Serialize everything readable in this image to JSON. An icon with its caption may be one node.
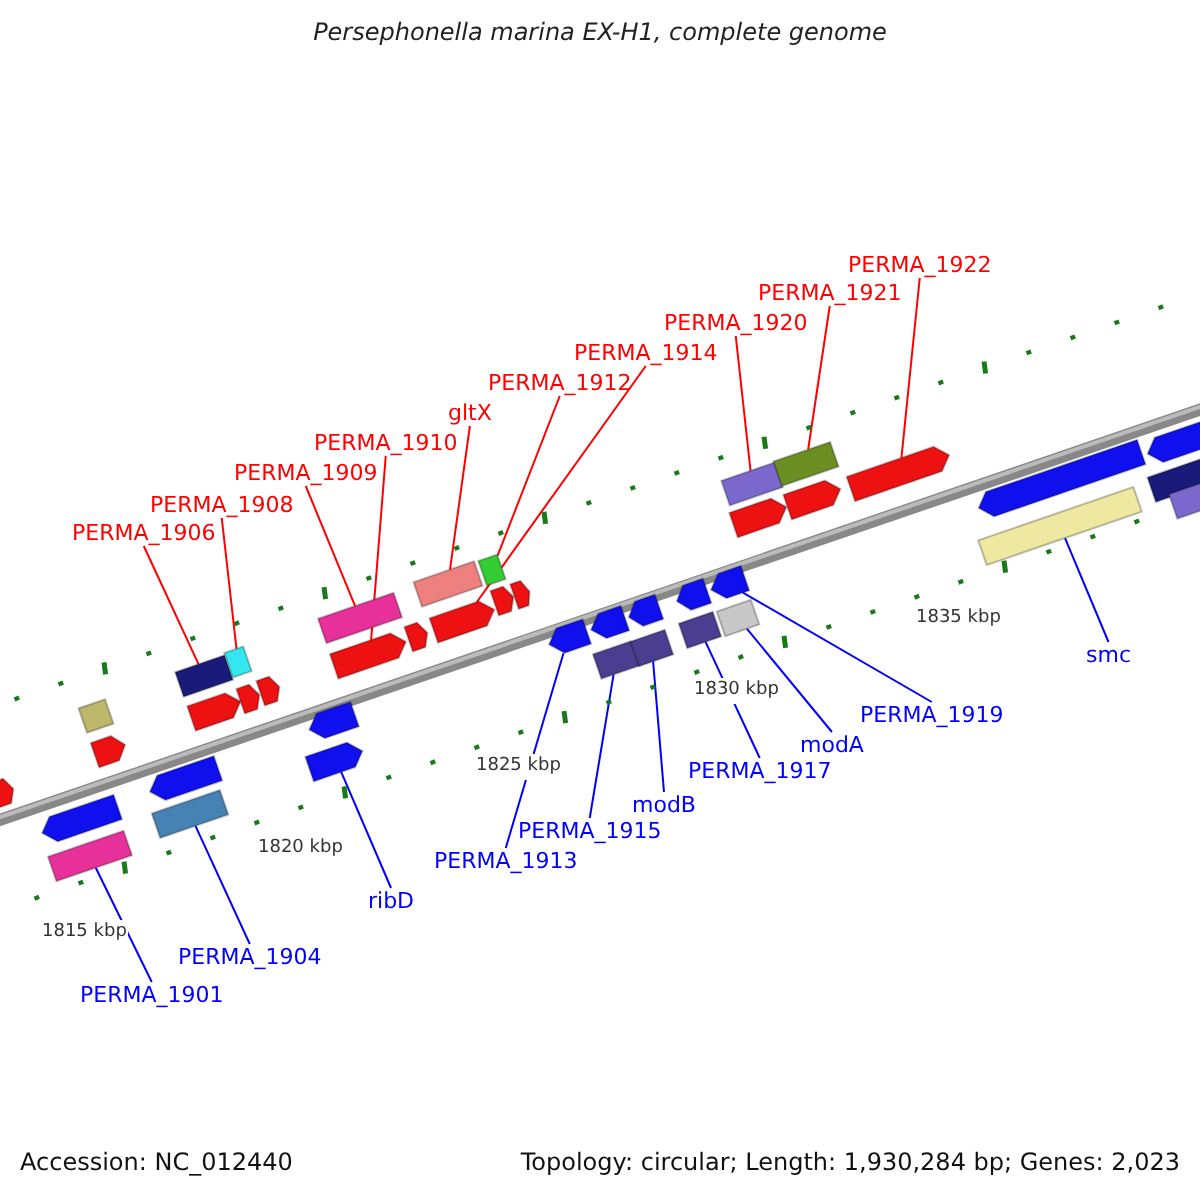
{
  "diagram": {
    "title": "Persephonella marina EX-H1, complete genome",
    "nodes": [
      {
        "text": [
          "PERMA_1922"
        ]
      },
      {
        "text": [
          "PERMA_1921"
        ]
      },
      {
        "text": [
          "PERMA_1920"
        ]
      },
      {
        "text": [
          "PERMA_1914"
        ]
      },
      {
        "text": [
          "PERMA_1912"
        ]
      },
      {
        "text": [
          "gltX"
        ]
      },
      {
        "text": [
          "PERMA_1910"
        ]
      },
      {
        "text": [
          "PERMA_1909"
        ]
      },
      {
        "text": [
          "PERMA_1908"
        ]
      },
      {
        "text": [
          "PERMA_1906"
        ]
      },
      {
        "text": [
          "smc"
        ]
      },
      {
        "text": [
          "PERMA_1919"
        ]
      },
      {
        "text": [
          "modA"
        ]
      },
      {
        "text": [
          "PERMA_1917"
        ]
      },
      {
        "text": [
          "modB"
        ]
      },
      {
        "text": [
          "PERMA_1915"
        ]
      },
      {
        "text": [
          "PERMA_1913"
        ]
      },
      {
        "text": [
          "ribD"
        ]
      },
      {
        "text": [
          "PERMA_1904"
        ]
      },
      {
        "text": [
          "PERMA_1901"
        ]
      },
      {
        "text": [],
        "shape": "box"
      },
      {
        "text": [],
        "shape": "box"
      },
      {
        "text": [],
        "shape": "box"
      },
      {
        "text": [],
        "shape": "box"
      },
      {
        "text": [],
        "shape": "arrow"
      },
      {
        "text": [],
        "shape": "box"
      },
      {
        "text": [],
        "shape": "arrow"
      },
      {
        "text": [],
        "shape": "box"
      },
      {
        "text": [],
        "shape": "box"
      },
      {
        "text": [],
        "shape": "arrow"
      },
      {
        "text": [],
        "shape": "arrow"
      },
      {
        "text": [],
        "shape": "box"
      },
      {
        "text": [],
        "shape": "box"
      },
      {
        "text": [],
        "shape": "box"
      },
      {
        "text": [],
        "shape": "box"
      },
      {
        "text": [],
        "shape": "arrow"
      },
      {
        "text": [],
        "shape": "box"
      },
      {
        "text": [],
        "shape": "box"
      },
      {
        "text": [],
        "shape": "arrow"
      },
      {
        "text": [],
        "shape": "box"
      },
      {
        "text": [],
        "shape": "arrow"
      },
      {
        "text": [],
        "shape": "box"
      },
      {
        "text": [],
        "shape": "arrow"
      },
      {
        "text": [],
        "shape": "arrow"
      },
      {
        "text": [],
        "shape": "arrow"
      },
      {
        "text": [],
        "shape": "arrow"
      },
      {
        "text": [],
        "shape": "arrow"
      },
      {
        "text": [],
        "shape": "arrow"
      },
      {
        "text": [],
        "shape": "arrow"
      },
      {
        "text": [],
        "shape": "arrow"
      },
      {
        "text": [],
        "shape": "arrow"
      },
      {
        "text": [],
        "shape": "arrow"
      },
      {
        "text": [],
        "shape": "arrow"
      },
      {
        "text": [],
        "shape": "arrow"
      },
      {
        "text": [],
        "shape": "arrow"
      },
      {
        "text": [],
        "shape": "arrow"
      },
      {
        "text": [],
        "shape": "arrow"
      },
      {
        "text": [],
        "shape": "arrow"
      },
      {
        "text": [],
        "shape": "arrow"
      },
      {
        "text": [],
        "shape": "box"
      },
      {
        "text": [],
        "shape": "box"
      }
    ],
    "edges": [
      {
        "from": 0,
        "to": 38,
        "arrow": "none"
      },
      {
        "from": 1,
        "to": 37,
        "arrow": "none"
      },
      {
        "from": 2,
        "to": 36,
        "arrow": "none"
      },
      {
        "from": 3,
        "to": 29,
        "arrow": "none"
      },
      {
        "from": 4,
        "to": 28,
        "arrow": "none"
      },
      {
        "from": 5,
        "to": 27,
        "arrow": "none"
      },
      {
        "from": 6,
        "to": 26,
        "arrow": "none"
      },
      {
        "from": 7,
        "to": 25,
        "arrow": "none"
      },
      {
        "from": 8,
        "to": 23,
        "arrow": "none"
      },
      {
        "from": 9,
        "to": 22,
        "arrow": "none"
      },
      {
        "from": 10,
        "to": 39,
        "arrow": "none",
        "color": "#0000ff"
      },
      {
        "from": 11,
        "to": 35,
        "arrow": "none",
        "color": "#0000ff"
      },
      {
        "from": 12,
        "to": 34,
        "arrow": "none",
        "color": "#0000ff"
      },
      {
        "from": 13,
        "to": 33,
        "arrow": "none",
        "color": "#0000ff"
      },
      {
        "from": 14,
        "to": 32,
        "arrow": "none",
        "color": "#0000ff"
      },
      {
        "from": 15,
        "to": 31,
        "arrow": "none",
        "color": "#0000ff"
      },
      {
        "from": 16,
        "to": 30,
        "arrow": "none",
        "color": "#0000ff"
      },
      {
        "from": 17,
        "to": 24,
        "arrow": "none",
        "color": "#0000ff"
      },
      {
        "from": 18,
        "to": 21,
        "arrow": "none",
        "color": "#0000ff"
      },
      {
        "from": 19,
        "to": 20,
        "arrow": "none",
        "color": "#0000ff"
      }
    ],
    "labels": [
      "1815 kbp",
      "1820 kbp",
      "1825 kbp",
      "1830 kbp",
      "1835 kbp",
      "Accession: NC_012440",
      "Topology: circular; Length: 1,930,284 bp; Genes: 2,023"
    ]
  }
}
